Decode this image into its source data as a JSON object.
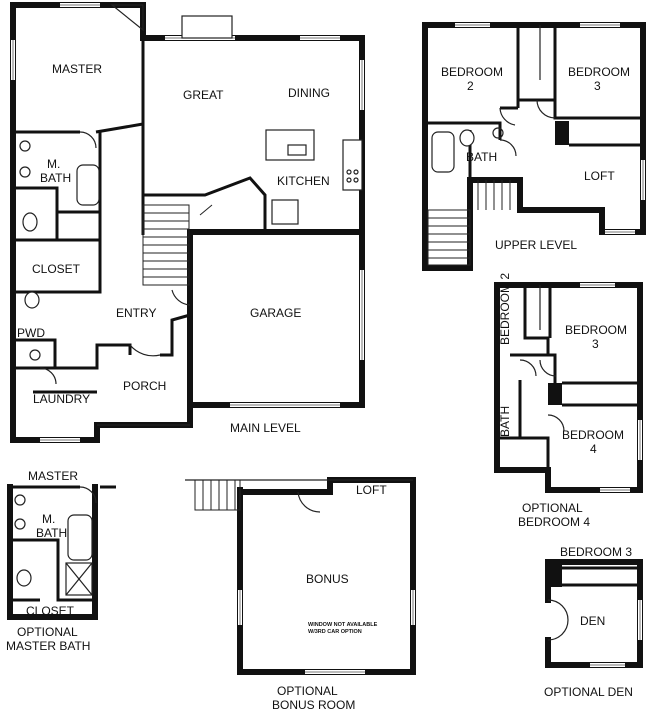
{
  "main_level": {
    "caption": "MAIN LEVEL",
    "rooms": {
      "master": "MASTER",
      "great": "GREAT",
      "dining": "DINING",
      "m_bath_1": "M.",
      "m_bath_2": "BATH",
      "kitchen": "KITCHEN",
      "closet": "CLOSET",
      "entry": "ENTRY",
      "garage": "GARAGE",
      "pwd": "PWD",
      "porch": "PORCH",
      "laundry": "LAUNDRY"
    }
  },
  "upper_level": {
    "caption": "UPPER LEVEL",
    "rooms": {
      "bedroom2_a": "BEDROOM",
      "bedroom2_b": "2",
      "bedroom3_a": "BEDROOM",
      "bedroom3_b": "3",
      "bath": "BATH",
      "loft": "LOFT"
    }
  },
  "optional_bedroom4": {
    "caption_1": "OPTIONAL",
    "caption_2": "BEDROOM 4",
    "rooms": {
      "bedroom2": "BEDROOM 2",
      "bedroom3_a": "BEDROOM",
      "bedroom3_b": "3",
      "bath": "BATH",
      "bedroom4_a": "BEDROOM",
      "bedroom4_b": "4"
    }
  },
  "optional_master_bath": {
    "caption_1": "OPTIONAL",
    "caption_2": "MASTER BATH",
    "rooms": {
      "master": "MASTER",
      "m_bath_1": "M.",
      "m_bath_2": "BATH",
      "closet": "CLOSET"
    }
  },
  "optional_bonus_room": {
    "caption_1": "OPTIONAL",
    "caption_2": "BONUS ROOM",
    "rooms": {
      "loft": "LOFT",
      "bonus": "BONUS"
    },
    "note_1": "WINDOW NOT AVAILABLE",
    "note_2": "W/3RD CAR OPTION"
  },
  "optional_den": {
    "caption": "OPTIONAL DEN",
    "rooms": {
      "bedroom3": "BEDROOM 3",
      "den": "DEN"
    }
  }
}
